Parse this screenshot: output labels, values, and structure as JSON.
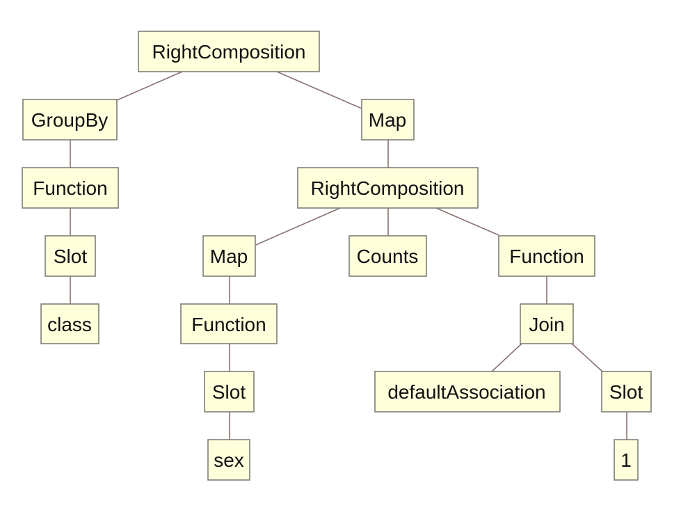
{
  "colors": {
    "node_fill": "#ffffdc",
    "node_stroke": "#7e7e76",
    "edge": "#8a7070",
    "text": "#111111"
  },
  "tree": {
    "nodes": [
      {
        "id": "n1",
        "label": "RightComposition"
      },
      {
        "id": "n2",
        "label": "GroupBy"
      },
      {
        "id": "n3",
        "label": "Map"
      },
      {
        "id": "n4",
        "label": "Function"
      },
      {
        "id": "n5",
        "label": "Slot"
      },
      {
        "id": "n6",
        "label": "class"
      },
      {
        "id": "n7",
        "label": "RightComposition"
      },
      {
        "id": "n8",
        "label": "Map"
      },
      {
        "id": "n9",
        "label": "Counts"
      },
      {
        "id": "n10",
        "label": "Function"
      },
      {
        "id": "n11",
        "label": "Function"
      },
      {
        "id": "n12",
        "label": "Slot"
      },
      {
        "id": "n13",
        "label": "sex"
      },
      {
        "id": "n14",
        "label": "Join"
      },
      {
        "id": "n15",
        "label": "defaultAssociation"
      },
      {
        "id": "n16",
        "label": "Slot"
      },
      {
        "id": "n17",
        "label": "1"
      }
    ],
    "edges": [
      [
        "n1",
        "n2"
      ],
      [
        "n1",
        "n3"
      ],
      [
        "n2",
        "n4"
      ],
      [
        "n4",
        "n5"
      ],
      [
        "n5",
        "n6"
      ],
      [
        "n3",
        "n7"
      ],
      [
        "n7",
        "n8"
      ],
      [
        "n7",
        "n9"
      ],
      [
        "n7",
        "n10"
      ],
      [
        "n8",
        "n11"
      ],
      [
        "n11",
        "n12"
      ],
      [
        "n12",
        "n13"
      ],
      [
        "n10",
        "n14"
      ],
      [
        "n14",
        "n15"
      ],
      [
        "n14",
        "n16"
      ],
      [
        "n16",
        "n17"
      ]
    ]
  }
}
